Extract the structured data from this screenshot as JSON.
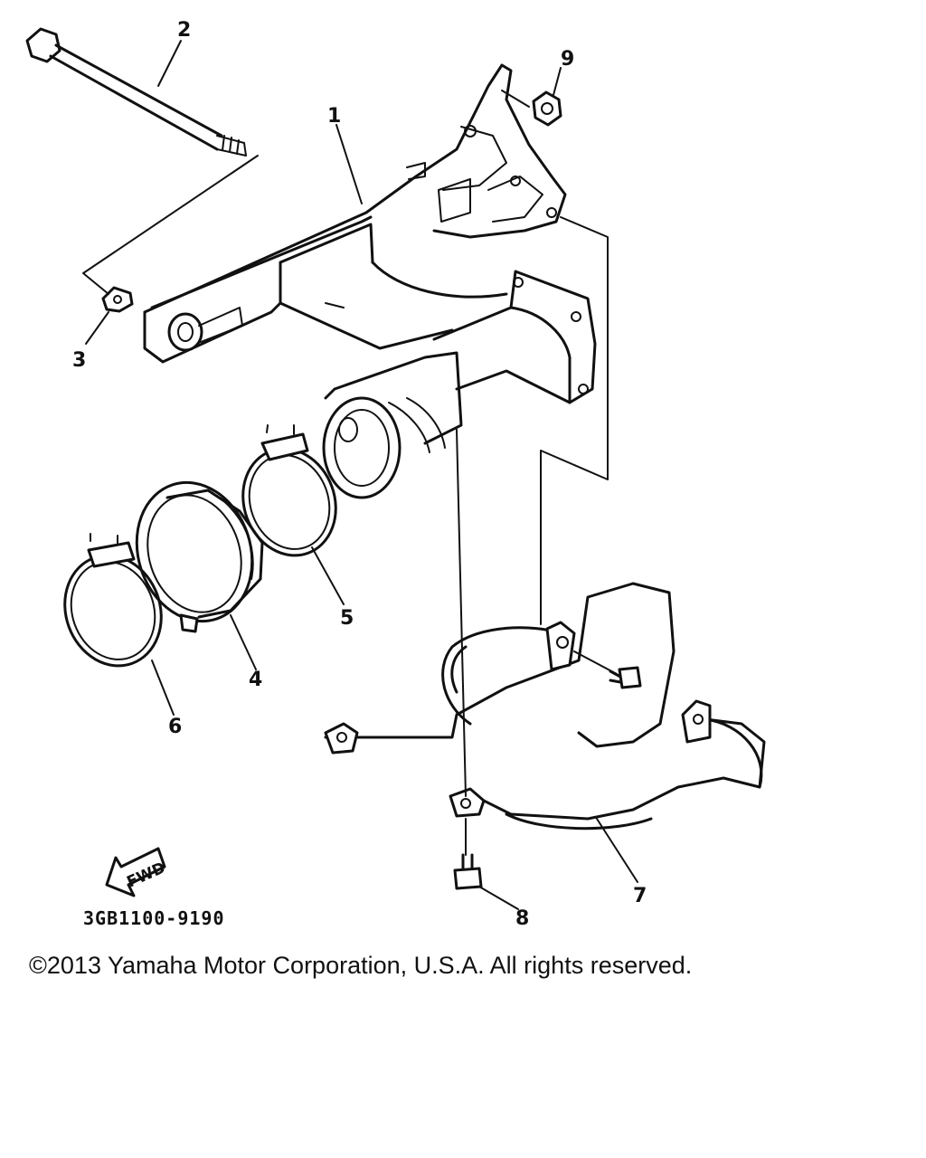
{
  "diagram": {
    "callouts": [
      {
        "id": "1",
        "label": "1"
      },
      {
        "id": "2",
        "label": "2"
      },
      {
        "id": "3",
        "label": "3"
      },
      {
        "id": "4",
        "label": "4"
      },
      {
        "id": "5",
        "label": "5"
      },
      {
        "id": "6",
        "label": "6"
      },
      {
        "id": "7",
        "label": "7"
      },
      {
        "id": "8",
        "label": "8"
      },
      {
        "id": "9",
        "label": "9"
      }
    ],
    "direction_arrow_label": "FWD",
    "part_code": "3GB1100-9190"
  },
  "footer": {
    "copyright": "©2013 Yamaha Motor Corporation, U.S.A. All rights reserved."
  }
}
